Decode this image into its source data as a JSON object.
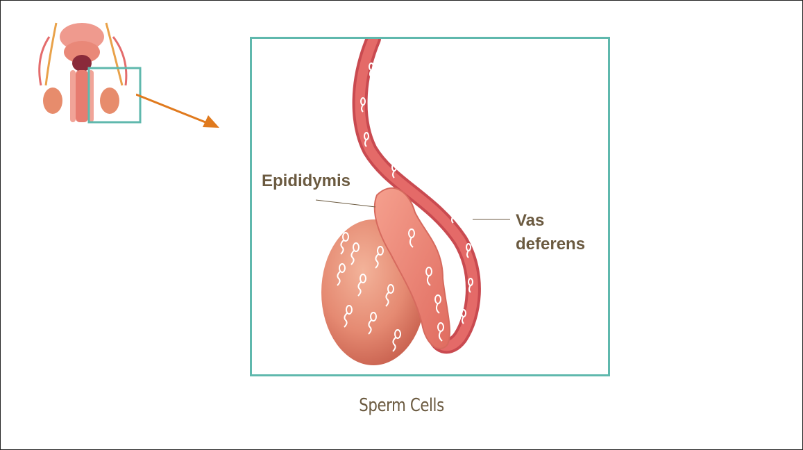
{
  "caption": "Sperm Cells",
  "labels": {
    "epididymis": "Epididymis",
    "vas_deferens_line1": "Vas",
    "vas_deferens_line2": "deferens"
  },
  "colors": {
    "frame_border": "#5fb8ad",
    "arrow": "#e07a1e",
    "label_text": "#6b5a40",
    "tissue_pink": "#e8857a",
    "tube_red": "#d9565a"
  }
}
